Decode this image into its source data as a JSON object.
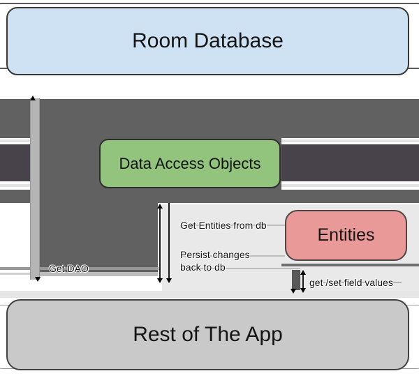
{
  "diagram": {
    "nodes": {
      "room_database": {
        "label": "Room Database",
        "fill": "#cfe2f3"
      },
      "data_access_objects": {
        "label": "Data Access Objects",
        "fill": "#93c47d"
      },
      "entities": {
        "label": "Entities",
        "fill": "#ea9999"
      },
      "rest_of_the_app": {
        "label": "Rest of The App",
        "fill": "#c9c9c9"
      }
    },
    "edge_labels": {
      "get_dao": "Get DAO",
      "get_entities_from_db": "Get Entities from db",
      "persist_changes_line1": "Persist changes",
      "persist_changes_line2": "back to db",
      "get_set_field_values": "get /set field values"
    },
    "colors": {
      "block_arrow_gray": "#616161",
      "block_arrow_dark": "#48434a",
      "vertical_bar_gray": "#b5b5b5",
      "panel_gray": "#e9e9e9",
      "node_border": "#373737",
      "arrow_black": "#000000"
    }
  }
}
